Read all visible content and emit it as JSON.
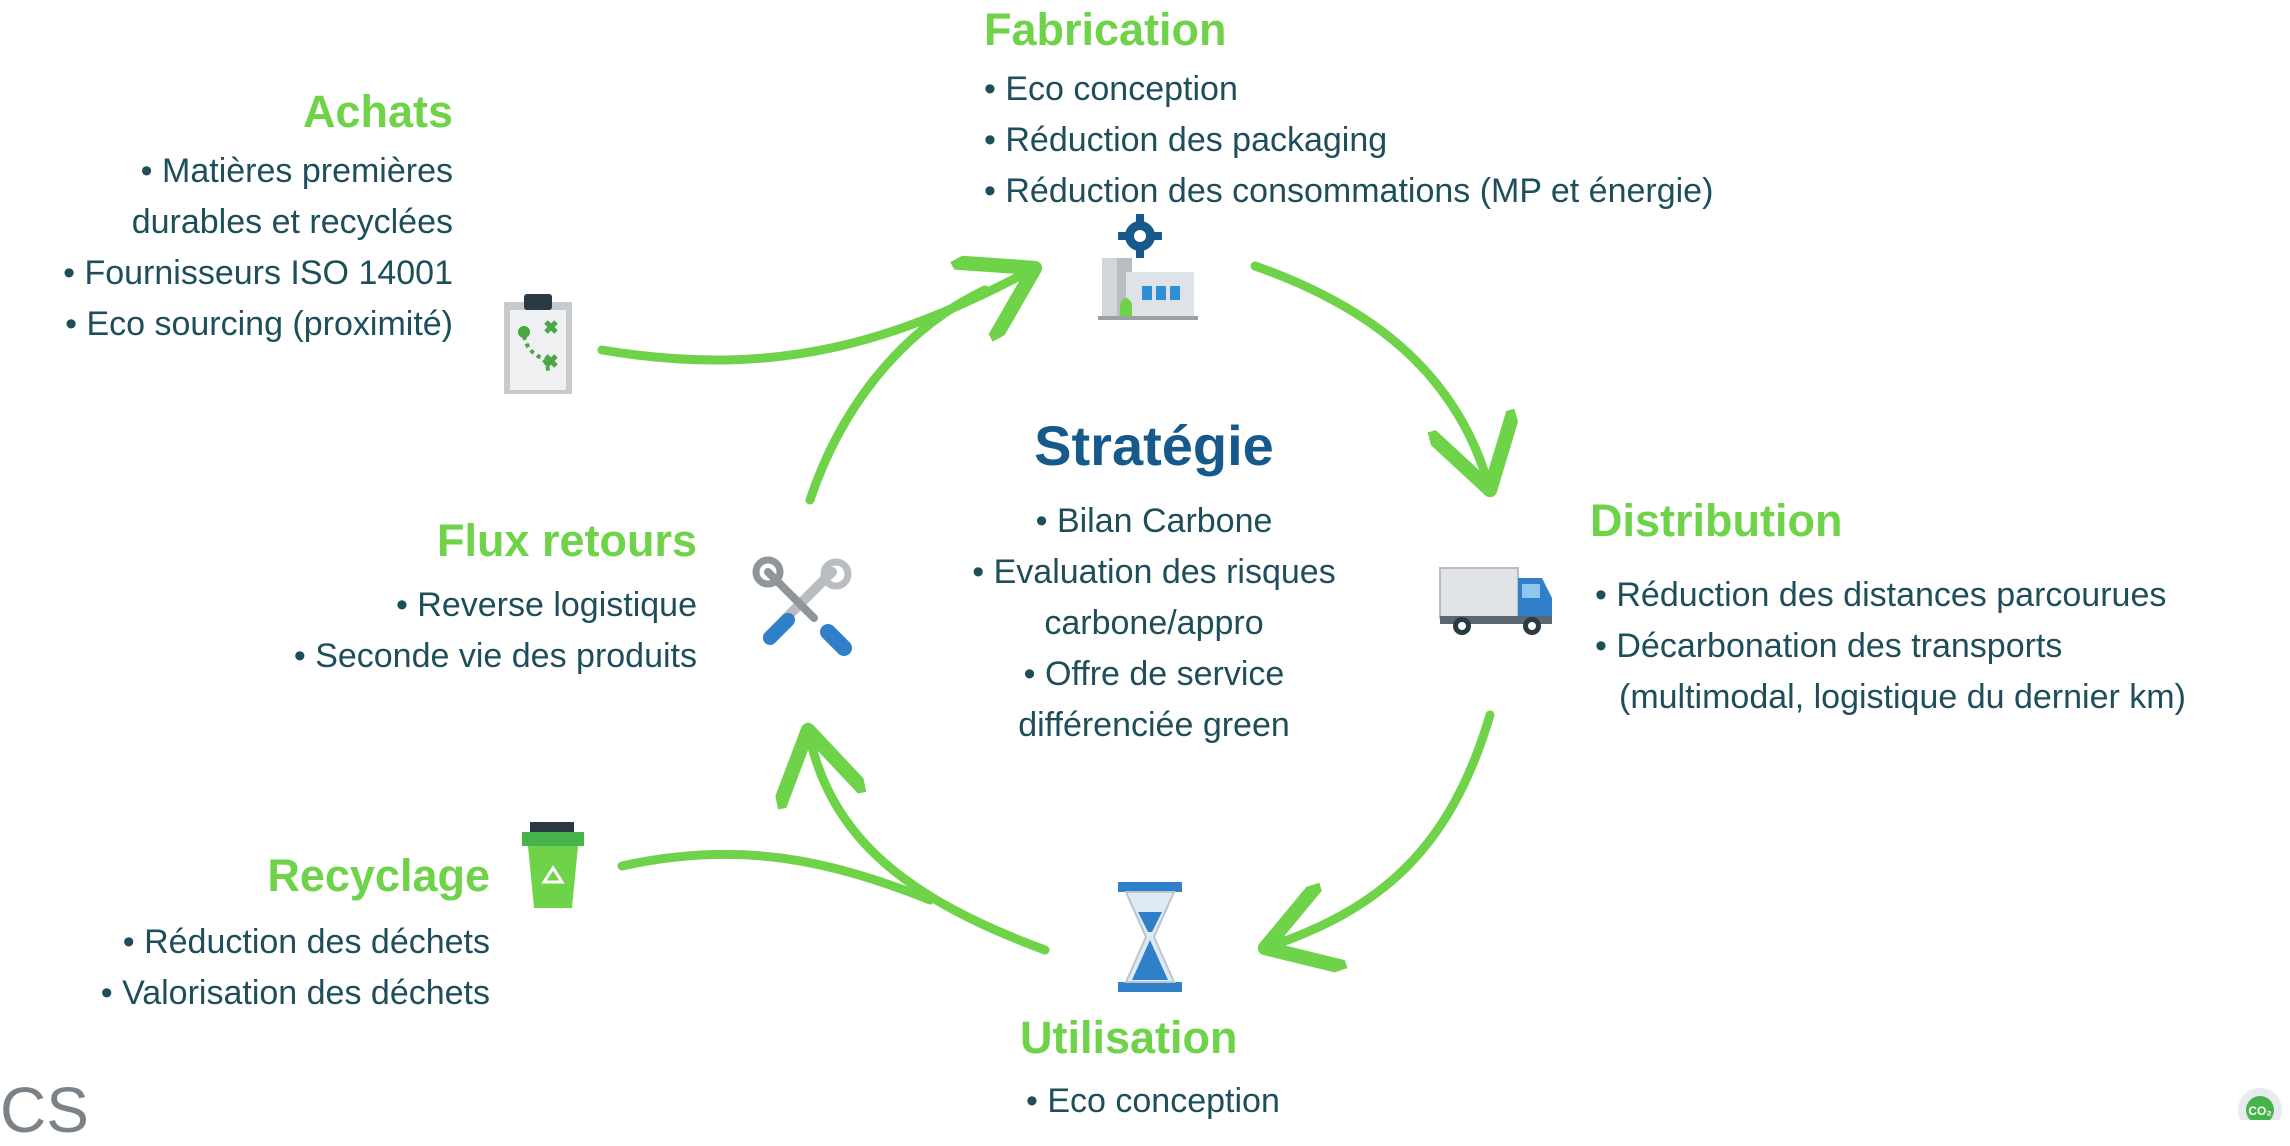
{
  "colors": {
    "accent": "#6fd34a",
    "strategy_title": "#155a8a",
    "text": "#1f4e5b"
  },
  "center": {
    "title": "Stratégie",
    "items": [
      "Bilan Carbone",
      "Evaluation des risques",
      "carbone/appro",
      "Offre de service",
      "différenciée green"
    ]
  },
  "fabrication": {
    "title": "Fabrication",
    "items": [
      "Eco conception",
      "Réduction des packaging",
      "Réduction des consommations (MP et énergie)"
    ],
    "icon": "factory-icon"
  },
  "achats": {
    "title": "Achats",
    "items": [
      "Matières premières",
      "durables et recyclées",
      "Fournisseurs ISO 14001",
      "Eco sourcing (proximité)"
    ],
    "icon": "clipboard-strategy-icon"
  },
  "distribution": {
    "title": "Distribution",
    "items": [
      "Réduction des distances parcourues",
      "Décarbonation des transports",
      "(multimodal, logistique du dernier km)"
    ],
    "icon": "truck-icon"
  },
  "flux_retours": {
    "title": "Flux retours",
    "items": [
      "Reverse logistique",
      "Seconde vie des produits"
    ],
    "icon": "tools-icon"
  },
  "recyclage": {
    "title": "Recyclage",
    "items": [
      "Réduction des déchets",
      "Valorisation des déchets"
    ],
    "icon": "recycle-bin-icon"
  },
  "utilisation": {
    "title": "Utilisation",
    "items": [
      "Eco conception"
    ],
    "icon": "hourglass-icon"
  },
  "footer": {
    "logo_text": "CS",
    "co2_badge": "CO₂"
  }
}
